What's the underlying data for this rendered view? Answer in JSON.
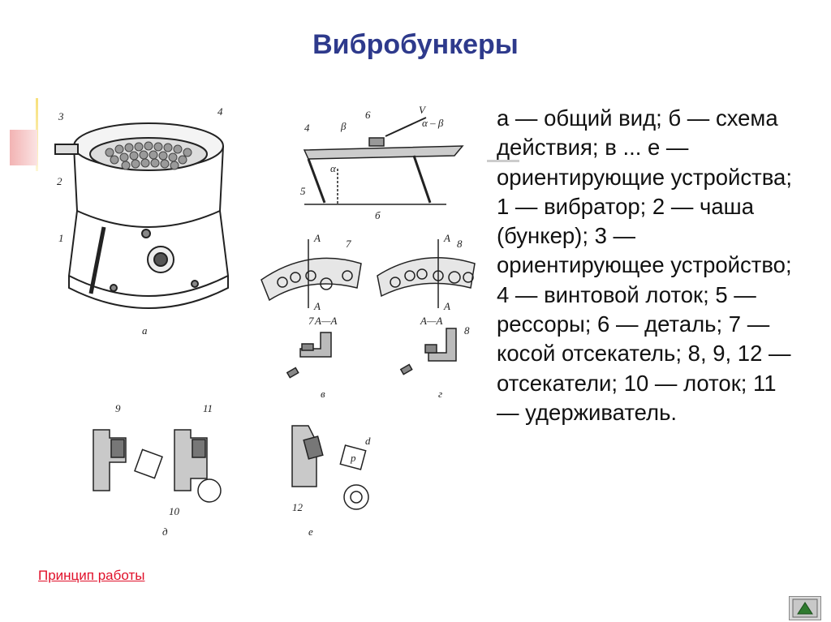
{
  "slide": {
    "title": "Вибробункеры",
    "description": "а — общий вид; б — схема действия; в ... е — ориентирующие устройства; 1 — вибратор; 2 — чаша (бункер); 3 — ориентирующее устройство; 4 — винтовой лоток; 5 — рессоры; 6 — деталь; 7 — косой отсекатель; 8, 9, 12 — отсекатели; 10 — лоток; 11 — удерживатель.",
    "link_label": "Принцип работы"
  },
  "figure": {
    "labels": {
      "n1": "1",
      "n2": "2",
      "n3": "3",
      "n4": "4",
      "n4b": "4",
      "n5": "5",
      "n6": "6",
      "n7": "7",
      "n7b": "7",
      "n8": "8",
      "n8b": "8",
      "n9": "9",
      "n10": "10",
      "n11": "11",
      "n12": "12",
      "sub_a": "а",
      "sub_b": "б",
      "sub_v": "в",
      "sub_g": "г",
      "sub_d": "д",
      "sub_e": "е",
      "sec_aa1": "А—А",
      "sec_aa2": "А—А",
      "arrA1": "А",
      "arrA2": "А",
      "arrA3": "А",
      "arrA4": "А",
      "v": "V",
      "beta": "β",
      "alpha": "α",
      "alpha_beta": "α – β",
      "d": "d",
      "p": "p"
    }
  },
  "colors": {
    "title": "#2e3a8c",
    "link": "#e0102a",
    "text": "#111111"
  }
}
